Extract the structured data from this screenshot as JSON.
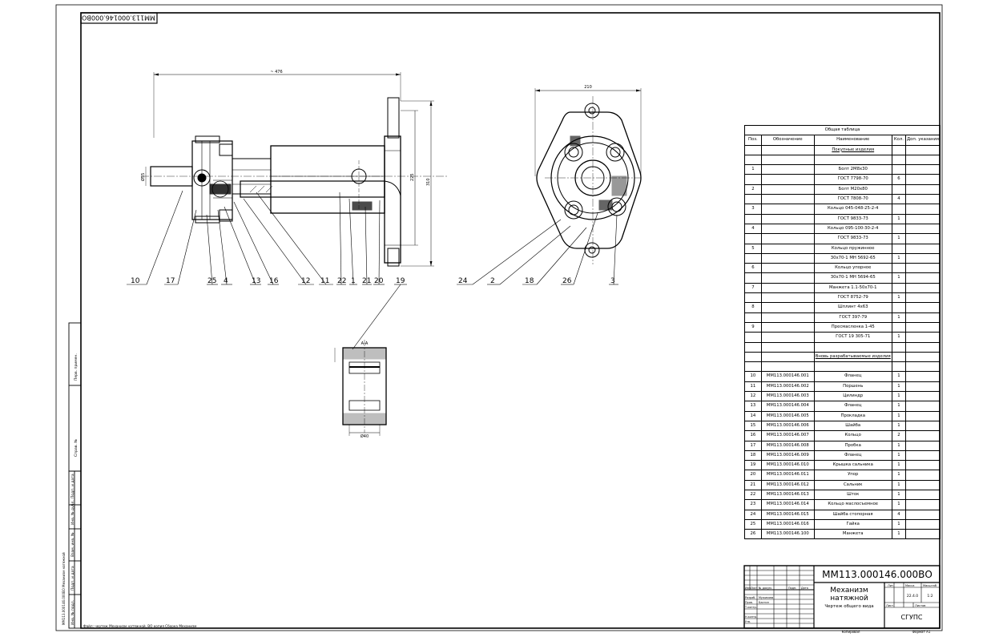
{
  "drawing": {
    "code_top": "ММ113.000146.000ВО",
    "code_main": "ММ113.000146.000ВО",
    "title_line1": "Механизм",
    "title_line2": "натяжной",
    "subtitle": "Чертеж общего вида",
    "org": "СГУПС",
    "copied": "Копировал",
    "format": "Формат А1",
    "bottom_note": "Файл: чертеж Механизм натяжной, ВО  копия  Сборка  Механизм"
  },
  "title_block": {
    "row_labels": [
      "Изм.",
      "Лист",
      "№ докум.",
      "Подп.",
      "Дата"
    ],
    "roles": [
      "Разраб.",
      "Пров.",
      "Т.контр.",
      "",
      "Н.контр.",
      "Утв."
    ],
    "names": [
      "Мужикова",
      "Бахтин"
    ],
    "col_lit": "Лит.",
    "col_mass": "Масса",
    "col_scale": "Масштаб",
    "mass_value": "22.4.0",
    "scale_value": "1:2",
    "sheet_label": "Лист",
    "sheets_label": "Листов"
  },
  "dims": {
    "length": "~ 476",
    "width_top": "210",
    "height_right": "310",
    "height_inner": "225",
    "dia_left": "Ø55",
    "dia_section": "Ø40",
    "section_label": "А-А"
  },
  "callouts": {
    "front": [
      "10",
      "17",
      "25",
      "4",
      "13",
      "16",
      "12",
      "11",
      "22",
      "1",
      "21",
      "20",
      "19"
    ],
    "side": [
      "24",
      "2",
      "18",
      "26",
      "3"
    ]
  },
  "spec": {
    "title": "Общая таблица",
    "headers": [
      "Поз.",
      "Обозначение",
      "Наименование",
      "Кол.",
      "Доп. указания"
    ],
    "rows": [
      {
        "pos": "",
        "desig": "",
        "name": "Покупные изделия",
        "qty": "",
        "note": ""
      },
      {
        "pos": "",
        "desig": "",
        "name": "",
        "qty": "",
        "note": ""
      },
      {
        "pos": "1",
        "desig": "",
        "name": "Болт 2М8х30",
        "qty": "",
        "note": ""
      },
      {
        "pos": "",
        "desig": "",
        "name": "ГОСТ 7798-70",
        "qty": "6",
        "note": ""
      },
      {
        "pos": "2",
        "desig": "",
        "name": "Болт М20х80",
        "qty": "",
        "note": ""
      },
      {
        "pos": "",
        "desig": "",
        "name": "ГОСТ 7808-70",
        "qty": "4",
        "note": ""
      },
      {
        "pos": "3",
        "desig": "",
        "name": "Кольцо 045-048-25-2-4",
        "qty": "",
        "note": ""
      },
      {
        "pos": "",
        "desig": "",
        "name": "ГОСТ 9833-73",
        "qty": "1",
        "note": ""
      },
      {
        "pos": "4",
        "desig": "",
        "name": "Кольцо 095-100-30-2-4",
        "qty": "",
        "note": ""
      },
      {
        "pos": "",
        "desig": "",
        "name": "ГОСТ 9833-73",
        "qty": "1",
        "note": ""
      },
      {
        "pos": "5",
        "desig": "",
        "name": "Кольцо пружинное",
        "qty": "",
        "note": ""
      },
      {
        "pos": "",
        "desig": "",
        "name": "30х70-1 МН 5692-65",
        "qty": "1",
        "note": ""
      },
      {
        "pos": "6",
        "desig": "",
        "name": "Кольцо упорное",
        "qty": "",
        "note": ""
      },
      {
        "pos": "",
        "desig": "",
        "name": "30х70-1 МН 5694-65",
        "qty": "1",
        "note": ""
      },
      {
        "pos": "7",
        "desig": "",
        "name": "Манжета 1.1-50х70-1",
        "qty": "",
        "note": ""
      },
      {
        "pos": "",
        "desig": "",
        "name": "ГОСТ 8752-79",
        "qty": "1",
        "note": ""
      },
      {
        "pos": "8",
        "desig": "",
        "name": "Шплинт 4х63",
        "qty": "",
        "note": ""
      },
      {
        "pos": "",
        "desig": "",
        "name": "ГОСТ 397-79",
        "qty": "1",
        "note": ""
      },
      {
        "pos": "9",
        "desig": "",
        "name": "Пресмасленка 1-45",
        "qty": "",
        "note": ""
      },
      {
        "pos": "",
        "desig": "",
        "name": "ГОСТ 19 305-71",
        "qty": "1",
        "note": ""
      },
      {
        "pos": "",
        "desig": "",
        "name": "",
        "qty": "",
        "note": ""
      },
      {
        "pos": "",
        "desig": "",
        "name": "Вновь разрабатываемые изделия",
        "qty": "",
        "note": ""
      },
      {
        "pos": "",
        "desig": "",
        "name": "",
        "qty": "",
        "note": ""
      },
      {
        "pos": "10",
        "desig": "ММ113.000146.001",
        "name": "Фланец",
        "qty": "1",
        "note": ""
      },
      {
        "pos": "11",
        "desig": "ММ113.000146.002",
        "name": "Поршень",
        "qty": "1",
        "note": ""
      },
      {
        "pos": "12",
        "desig": "ММ113.000146.003",
        "name": "Цилиндр",
        "qty": "1",
        "note": ""
      },
      {
        "pos": "13",
        "desig": "ММ113.000146.004",
        "name": "Фланец",
        "qty": "1",
        "note": ""
      },
      {
        "pos": "14",
        "desig": "ММ113.000146.005",
        "name": "Прокладка",
        "qty": "1",
        "note": ""
      },
      {
        "pos": "15",
        "desig": "ММ113.000146.006",
        "name": "Шайба",
        "qty": "1",
        "note": ""
      },
      {
        "pos": "16",
        "desig": "ММ113.000146.007",
        "name": "Кольцо",
        "qty": "2",
        "note": ""
      },
      {
        "pos": "17",
        "desig": "ММ113.000146.008",
        "name": "Пробка",
        "qty": "1",
        "note": ""
      },
      {
        "pos": "18",
        "desig": "ММ113.000146.009",
        "name": "Фланец",
        "qty": "1",
        "note": ""
      },
      {
        "pos": "19",
        "desig": "ММ113.000146.010",
        "name": "Крышка сальника",
        "qty": "1",
        "note": ""
      },
      {
        "pos": "20",
        "desig": "ММ113.000146.011",
        "name": "Упор",
        "qty": "1",
        "note": ""
      },
      {
        "pos": "21",
        "desig": "ММ113.000146.012",
        "name": "Сальник",
        "qty": "1",
        "note": ""
      },
      {
        "pos": "22",
        "desig": "ММ113.000146.013",
        "name": "Шток",
        "qty": "1",
        "note": ""
      },
      {
        "pos": "23",
        "desig": "ММ113.000146.014",
        "name": "Кольцо маслосъемное",
        "qty": "1",
        "note": ""
      },
      {
        "pos": "24",
        "desig": "ММ113.000146.015",
        "name": "Шайба стопорная",
        "qty": "4",
        "note": ""
      },
      {
        "pos": "25",
        "desig": "ММ113.000146.016",
        "name": "Гайка",
        "qty": "1",
        "note": ""
      },
      {
        "pos": "26",
        "desig": "ММ113.000146.100",
        "name": "Манжета",
        "qty": "1",
        "note": ""
      }
    ]
  },
  "side_stamp": {
    "labels": [
      "Перв. примен.",
      "Справ. №",
      "Подп. и дата",
      "Инв. № дубл.",
      "Взам. инв. №",
      "Подп. и дата",
      "Инв. № подл."
    ]
  }
}
